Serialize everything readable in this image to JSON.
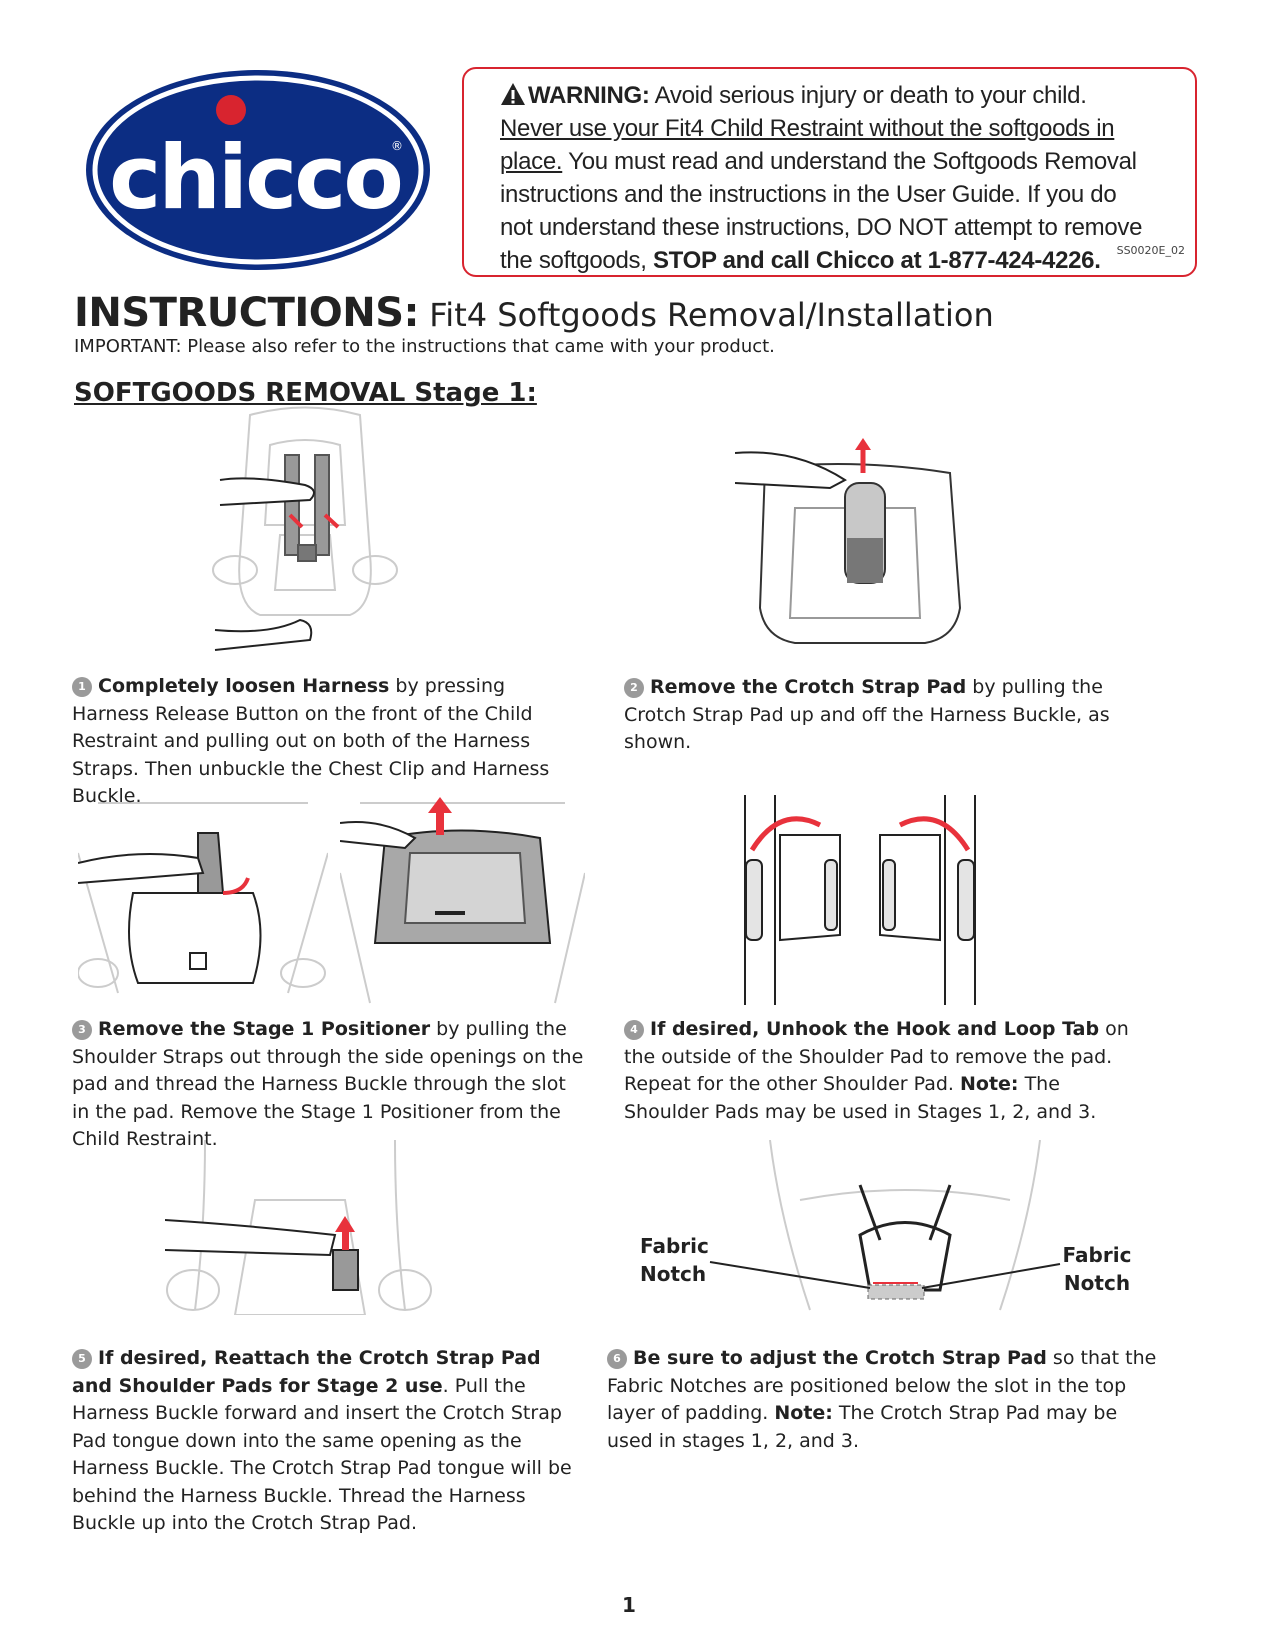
{
  "logo": {
    "text": "chicco",
    "mark": "®"
  },
  "warning": {
    "label": "WARNING:",
    "text1": " Avoid serious injury or death to your child. ",
    "underlined": "Never use your Fit4 Child Restraint without the softgoods in place.",
    "text2": " You must read and understand the Softgoods Removal instructions and the instructions in the User Guide. If you do not understand these instructions, DO NOT attempt to remove the softgoods, ",
    "bold_tail": "STOP and call Chicco at 1-877-424-4226.",
    "code": "SS0020E_02"
  },
  "title": {
    "main": "INSTRUCTIONS:",
    "sub": " Fit4 Softgoods Removal/Installation"
  },
  "important": "IMPORTANT:  Please also refer to the instructions that came with your product.",
  "section_heading": "SOFTGOODS REMOVAL Stage 1:",
  "steps": [
    {
      "num": "1",
      "bold": "Completely loosen Harness",
      "text": " by pressing Harness Release Button on the front of the Child Restraint and pulling out on both of the Harness Straps.  Then unbuckle the Chest Clip and Harness Buckle."
    },
    {
      "num": "2",
      "bold": "Remove the Crotch Strap Pad",
      "text": " by pulling the Crotch Strap Pad up and off the Harness Buckle, as shown."
    },
    {
      "num": "3",
      "bold": "Remove the Stage 1 Positioner",
      "text": " by pulling the Shoulder Straps out through the side openings on the pad and thread the Harness Buckle through the slot in the pad.  Remove the Stage 1 Positioner from the Child Restraint."
    },
    {
      "num": "4",
      "bold": "If desired, Unhook the Hook and Loop Tab",
      "text": " on the outside of the Shoulder Pad to remove the pad.  Repeat for the other Shoulder Pad.  ",
      "note_label": "Note:",
      "note": " The Shoulder Pads may be used in Stages 1, 2, and 3."
    },
    {
      "num": "5",
      "bold": "If desired, Reattach the Crotch Strap Pad and Shoulder Pads for Stage 2 use",
      "text": ".  Pull the Harness Buckle forward and insert the Crotch Strap Pad tongue down into the same opening as the Harness Buckle.  The Crotch Strap Pad tongue will be behind the Harness Buckle. Thread the Harness Buckle up into the Crotch Strap Pad."
    },
    {
      "num": "6",
      "bold": "Be sure to adjust the Crotch Strap Pad",
      "text": " so that the Fabric Notches are positioned below the slot in the top layer of padding.  ",
      "note_label": "Note:",
      "note": " The Crotch Strap Pad may be used in stages 1, 2, and 3."
    }
  ],
  "callouts": {
    "left": "Fabric Notch",
    "right": "Fabric Notch"
  },
  "page_number": "1",
  "colors": {
    "brand_blue": "#0c2d83",
    "brand_red": "#d8242f",
    "arrow_red": "#e8323c"
  }
}
